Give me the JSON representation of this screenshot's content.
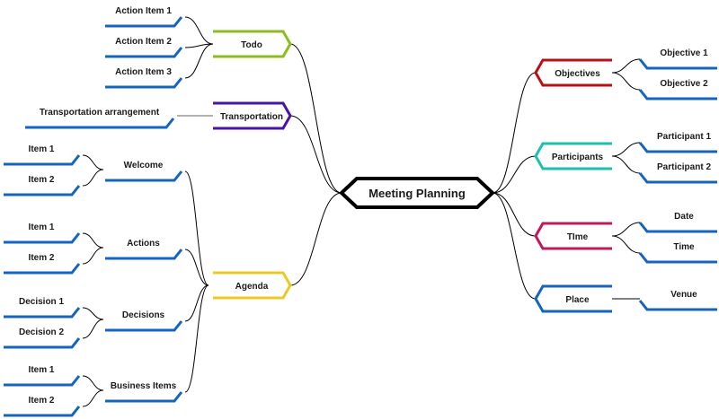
{
  "title": "Meeting Planning",
  "colors": {
    "root": "#000000",
    "leaf": "#1565c0",
    "connector": "#000000",
    "todo": "#8bbd1e",
    "transportation": "#4a13a8",
    "agenda": "#ecc825",
    "objectives": "#b80f14",
    "participants": "#1fbfae",
    "time": "#c2185b",
    "place": "#1565c0"
  },
  "left_branches": [
    {
      "id": "todo",
      "label": "Todo",
      "color_key": "todo",
      "children": [
        {
          "label": "Action Item 1"
        },
        {
          "label": "Action Item 2"
        },
        {
          "label": "Action Item 3"
        }
      ]
    },
    {
      "id": "transportation",
      "label": "Transportation",
      "color_key": "transportation",
      "children": [
        {
          "label": "Transportation arrangement"
        }
      ]
    },
    {
      "id": "agenda",
      "label": "Agenda",
      "color_key": "agenda",
      "children": [
        {
          "label": "Welcome",
          "children": [
            {
              "label": "Item 1"
            },
            {
              "label": "Item 2"
            }
          ]
        },
        {
          "label": "Actions",
          "children": [
            {
              "label": "Item 1"
            },
            {
              "label": "Item 2"
            }
          ]
        },
        {
          "label": "Decisions",
          "children": [
            {
              "label": "Decision 1"
            },
            {
              "label": "Decision 2"
            }
          ]
        },
        {
          "label": "Business Items",
          "children": [
            {
              "label": "Item 1"
            },
            {
              "label": "Item 2"
            }
          ]
        }
      ]
    }
  ],
  "right_branches": [
    {
      "id": "objectives",
      "label": "Objectives",
      "color_key": "objectives",
      "children": [
        {
          "label": "Objective 1"
        },
        {
          "label": "Objective 2"
        }
      ]
    },
    {
      "id": "participants",
      "label": "Participants",
      "color_key": "participants",
      "children": [
        {
          "label": "Participant 1"
        },
        {
          "label": "Participant 2"
        }
      ]
    },
    {
      "id": "time",
      "label": "TIme",
      "color_key": "time",
      "children": [
        {
          "label": "Date"
        },
        {
          "label": "Time"
        }
      ]
    },
    {
      "id": "place",
      "label": "Place",
      "color_key": "place",
      "children": [
        {
          "label": "Venue"
        }
      ]
    }
  ]
}
